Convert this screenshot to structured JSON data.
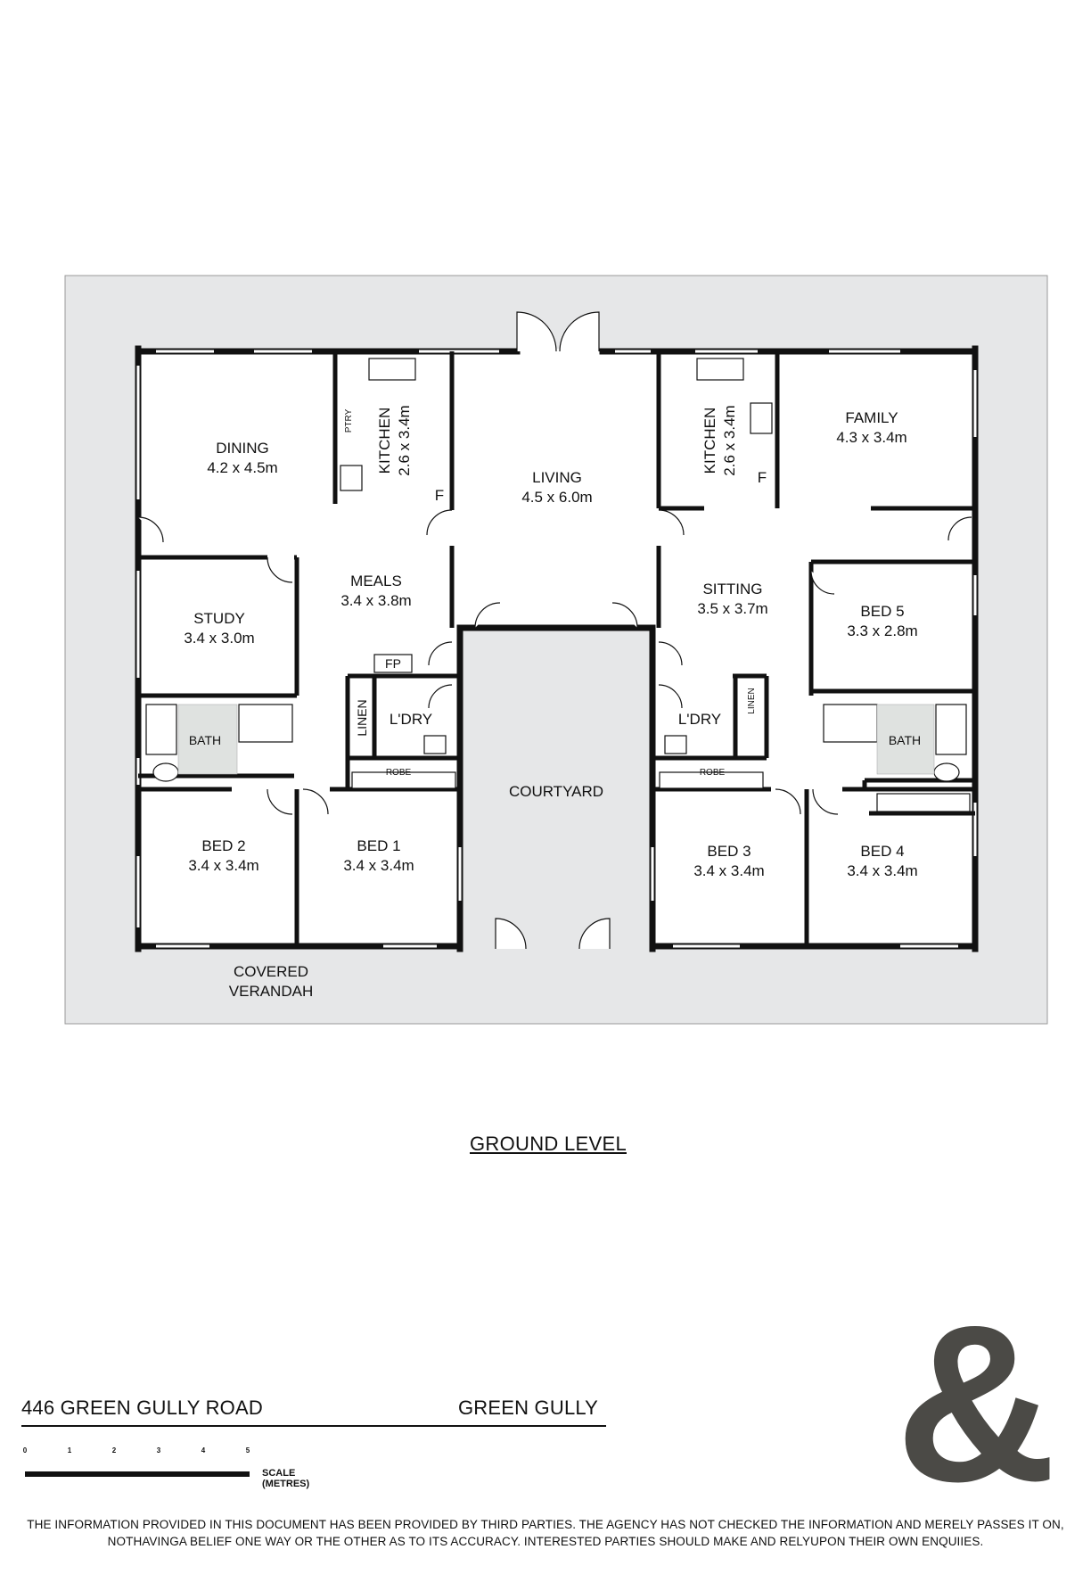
{
  "plan": {
    "rooms": [
      {
        "key": "dining",
        "name": "DINING",
        "dims": "4.2 x 4.5m"
      },
      {
        "key": "kitchen_left",
        "name": "KITCHEN",
        "dims": "2.6 x 3.4m"
      },
      {
        "key": "living",
        "name": "LIVING",
        "dims": "4.5 x 6.0m"
      },
      {
        "key": "kitchen_right",
        "name": "KITCHEN",
        "dims": "2.6 x 3.4m"
      },
      {
        "key": "family",
        "name": "FAMILY",
        "dims": "4.3 x 3.4m"
      },
      {
        "key": "study",
        "name": "STUDY",
        "dims": "3.4 x 3.0m"
      },
      {
        "key": "meals",
        "name": "MEALS",
        "dims": "3.4 x 3.8m"
      },
      {
        "key": "sitting",
        "name": "SITTING",
        "dims": "3.5 x 3.7m"
      },
      {
        "key": "bed5",
        "name": "BED 5",
        "dims": "3.3 x 2.8m"
      },
      {
        "key": "bed2",
        "name": "BED 2",
        "dims": "3.4 x 3.4m"
      },
      {
        "key": "bed1",
        "name": "BED 1",
        "dims": "3.4 x 3.4m"
      },
      {
        "key": "bed3",
        "name": "BED 3",
        "dims": "3.4 x 3.4m"
      },
      {
        "key": "bed4",
        "name": "BED 4",
        "dims": "3.4 x 3.4m"
      }
    ],
    "labels": {
      "courtyard": "COURTYARD",
      "covered_1": "COVERED",
      "covered_2": "VERANDAH",
      "fp": "FP",
      "laundry_left": "L'DRY",
      "laundry_right": "L'DRY",
      "linen_left": "LINEN",
      "linen_right": "LINEN",
      "bath_left": "BATH",
      "bath_right": "BATH",
      "robe_left": "ROBE",
      "robe_right": "ROBE",
      "ptry": "PTRY",
      "fridge": "F"
    }
  },
  "level_title": "GROUND LEVEL",
  "address": {
    "street": "446 GREEN GULLY ROAD",
    "suburb": "GREEN GULLY"
  },
  "scale": {
    "ticks": [
      "0",
      "1",
      "2",
      "3",
      "4",
      "5"
    ],
    "label": "SCALE (METRES)"
  },
  "disclaimer": "THE INFORMATION PROVIDED IN THIS DOCUMENT HAS BEEN PROVIDED BY THIRD PARTIES. THE AGENCY HAS NOT CHECKED THE INFORMATION AND MERELY PASSES IT ON, NOTHAVINGA BELIEF ONE WAY OR THE OTHER AS TO ITS ACCURACY. INTERESTED PARTIES SHOULD MAKE AND RELYUPON THEIR OWN ENQUIIES.",
  "colors": {
    "verandah_grey": "#e6e7e8",
    "wall": "#111111",
    "logo": "#4b4a46"
  }
}
